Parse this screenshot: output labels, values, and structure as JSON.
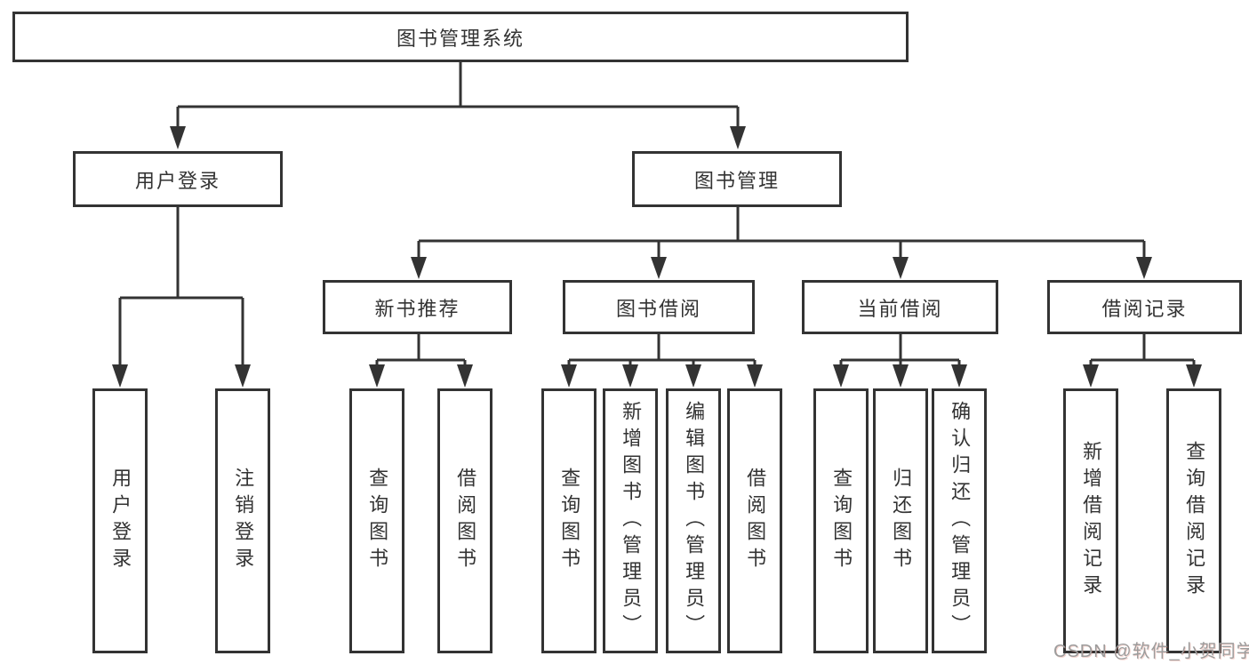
{
  "diagram": {
    "root": {
      "label": "图书管理系统"
    },
    "level2": [
      {
        "label": "用户登录"
      },
      {
        "label": "图书管理"
      }
    ],
    "level3": [
      {
        "label": "新书推荐"
      },
      {
        "label": "图书借阅"
      },
      {
        "label": "当前借阅"
      },
      {
        "label": "借阅记录"
      }
    ],
    "leaves": [
      {
        "label": "用户登录",
        "parent": "用户登录"
      },
      {
        "label": "注销登录",
        "parent": "用户登录"
      },
      {
        "label": "查询图书",
        "parent": "新书推荐"
      },
      {
        "label": "借阅图书",
        "parent": "新书推荐"
      },
      {
        "label": "查询图书",
        "parent": "图书借阅"
      },
      {
        "label": "新增图书（管理员）",
        "parent": "图书借阅"
      },
      {
        "label": "编辑图书（管理员）",
        "parent": "图书借阅"
      },
      {
        "label": "借阅图书",
        "parent": "图书借阅"
      },
      {
        "label": "查询图书",
        "parent": "当前借阅"
      },
      {
        "label": "归还图书",
        "parent": "当前借阅"
      },
      {
        "label": "确认归还（管理员）",
        "parent": "当前借阅"
      },
      {
        "label": "新增借阅记录",
        "parent": "借阅记录"
      },
      {
        "label": "查询借阅记录",
        "parent": "借阅记录"
      }
    ],
    "colors": {
      "line": "#333333",
      "text": "#333333",
      "background": "#ffffff",
      "watermark": "#9c9c9c"
    }
  },
  "watermark": {
    "text": "CSDN @软件_小贺同学"
  }
}
